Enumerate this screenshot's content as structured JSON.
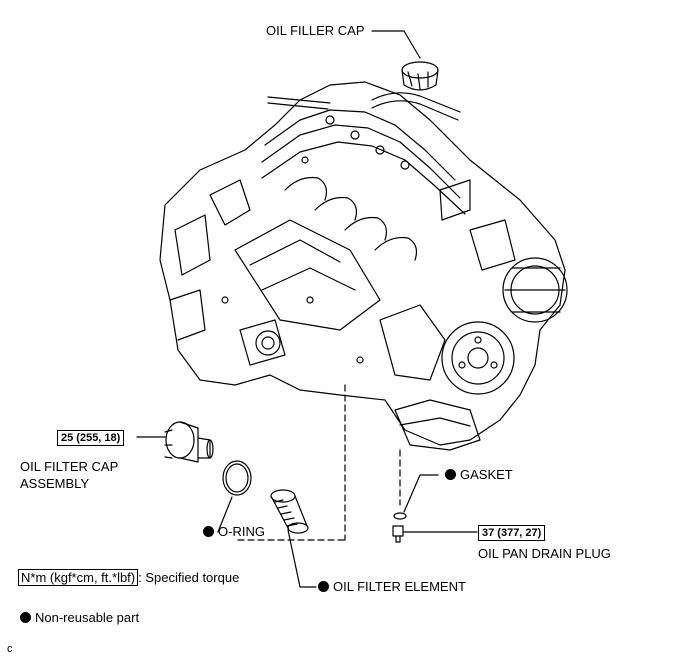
{
  "labels": {
    "oil_filler_cap": "OIL FILLER CAP",
    "oil_filter_cap_assembly_line1": "OIL FILTER CAP",
    "oil_filter_cap_assembly_line2": "ASSEMBLY",
    "o_ring": "O-RING",
    "oil_filter_element": "OIL FILTER ELEMENT",
    "gasket": "GASKET",
    "oil_pan_drain_plug": "OIL PAN DRAIN PLUG"
  },
  "torques": {
    "oil_filter_cap_assembly": "25 (255, 18)",
    "oil_pan_drain_plug": "37 (377, 27)"
  },
  "legend": {
    "torque_unit": "N*m (kgf*cm, ft.*lbf)",
    "torque_desc": ": Specified torque",
    "non_reusable": "Non-reusable part"
  },
  "corner_code": "c"
}
